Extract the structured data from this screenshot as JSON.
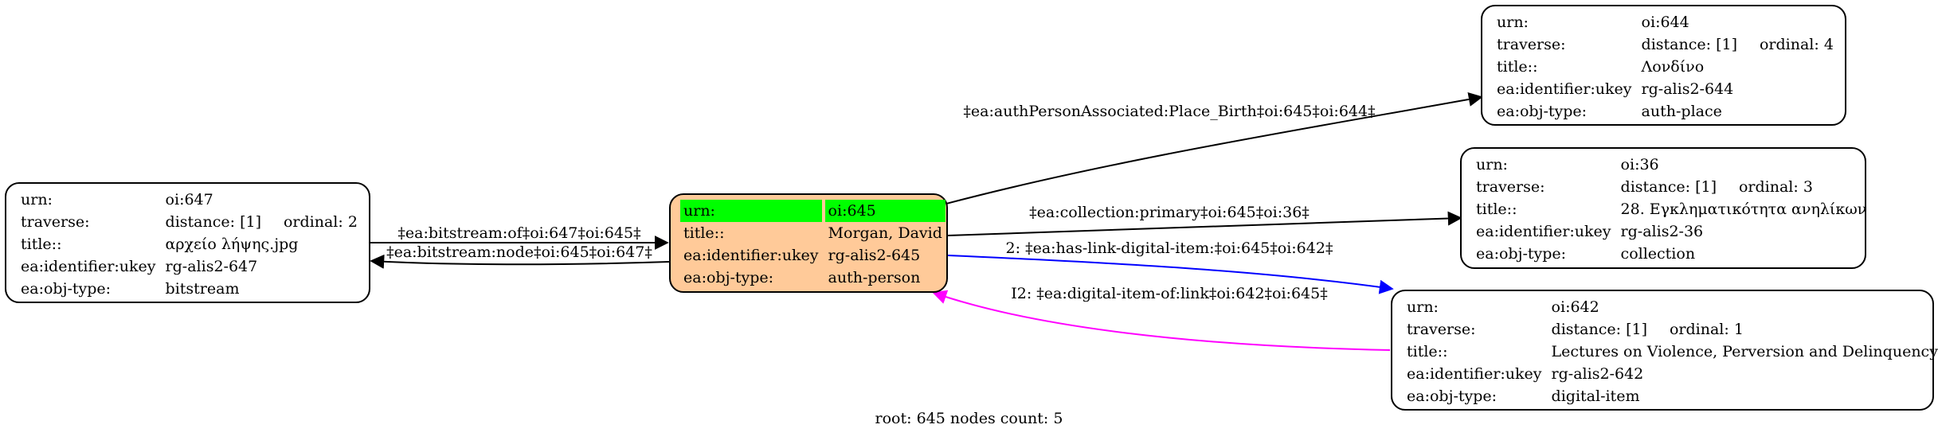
{
  "root_node": {
    "rows": [
      {
        "key": "urn:",
        "value": "oi:645"
      },
      {
        "key": "title::",
        "value": "Morgan, David"
      },
      {
        "key": "ea:identifier:ukey",
        "value": "rg-alis2-645"
      },
      {
        "key": "ea:obj-type:",
        "value": "auth-person"
      }
    ]
  },
  "nodes": {
    "oi647": {
      "urn_key": "urn:",
      "urn": "oi:647",
      "traverse_key": "traverse:",
      "distance": "distance: [1]",
      "ordinal": "ordinal: 2",
      "title_key": "title::",
      "title": "αρχείο λήψης.jpg",
      "ukey_key": "ea:identifier:ukey",
      "ukey": "rg-alis2-647",
      "type_key": "ea:obj-type:",
      "type": "bitstream"
    },
    "oi644": {
      "urn_key": "urn:",
      "urn": "oi:644",
      "traverse_key": "traverse:",
      "distance": "distance: [1]",
      "ordinal": "ordinal: 4",
      "title_key": "title::",
      "title": "Λονδίνο",
      "ukey_key": "ea:identifier:ukey",
      "ukey": "rg-alis2-644",
      "type_key": "ea:obj-type:",
      "type": "auth-place"
    },
    "oi36": {
      "urn_key": "urn:",
      "urn": "oi:36",
      "traverse_key": "traverse:",
      "distance": "distance: [1]",
      "ordinal": "ordinal: 3",
      "title_key": "title::",
      "title": "28. Εγκληματικότητα ανηλίκων",
      "ukey_key": "ea:identifier:ukey",
      "ukey": "rg-alis2-36",
      "type_key": "ea:obj-type:",
      "type": "collection"
    },
    "oi642": {
      "urn_key": "urn:",
      "urn": "oi:642",
      "traverse_key": "traverse:",
      "distance": "distance: [1]",
      "ordinal": "ordinal: 1",
      "title_key": "title::",
      "title": "Lectures on Violence, Perversion and Delinquency",
      "ukey_key": "ea:identifier:ukey",
      "ukey": "rg-alis2-642",
      "type_key": "ea:obj-type:",
      "type": "digital-item"
    }
  },
  "edges": {
    "bitstream_of": "‡ea:bitstream:of‡oi:647‡oi:645‡",
    "bitstream_node": "‡ea:bitstream:node‡oi:645‡oi:647‡",
    "place_birth": "‡ea:authPersonAssociated:Place_Birth‡oi:645‡oi:644‡",
    "collection_primary": "‡ea:collection:primary‡oi:645‡oi:36‡",
    "has_link": "2: ‡ea:has-link-digital-item:‡oi:645‡oi:642‡",
    "digital_item_of": "I2: ‡ea:digital-item-of:link‡oi:642‡oi:645‡"
  },
  "colors": {
    "root_fill": "#ffca99",
    "highlight": "#00ff00",
    "has_link_edge": "#0000ff",
    "digital_item_of_edge": "#ff00ff",
    "default_edge": "#000000"
  },
  "caption": "root: 645 nodes count: 5"
}
